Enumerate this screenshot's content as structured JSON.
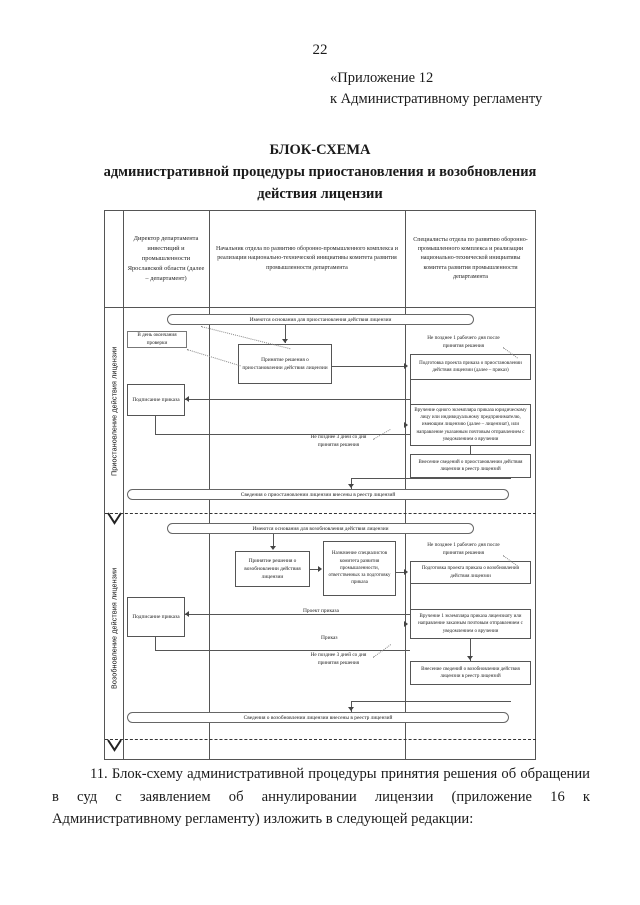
{
  "document": {
    "page_number": "22",
    "appendix_lines": [
      "«Приложение 12",
      "к Административному регламенту"
    ],
    "title_line1": "БЛОК-СХЕМА",
    "title_line2": "административной процедуры приостановления и возобновления",
    "title_line3": "действия лицензии",
    "footer_paragraph": "11. Блок-схему административной процедуры принятия решения об обращении в суд с заявлением об аннулировании лицензии (приложение 16 к Административному регламенту) изложить в следующей редакции:"
  },
  "diagram": {
    "columns": [
      {
        "id": "col-director",
        "header": "Директор департамента инвестиций и промышленности Ярославской области (далее – департамент)"
      },
      {
        "id": "col-head-of-division",
        "header": "Начальник отдела по развитию оборонно-промышленного комплекса и реализации национально-технической инициативы комитета развития промышленности департамента"
      },
      {
        "id": "col-specialists",
        "header": "Специалисты отдела по развитию оборонно-промышленного комплекса и реализации национально-технической инициативы комитета развития промышленности департамента"
      }
    ],
    "lane1": {
      "side_label": "Приостановление действия лицензии",
      "start_condition": "Имеются основания для приостановления действия лицензии",
      "note_deadline_inspection": "В день окончания проверки",
      "box_decision": "Принятие решения о приостановлении действия лицензии",
      "note_one_day": "Не позднее 1 рабочего дня после принятия решения",
      "box_draft_order": "Подготовка проекта приказа о приостановлении действия лицензии (далее – приказ)",
      "box_sign_order": "Подписание приказа",
      "note_three_days": "Не позднее 3 дней со дня принятия решения",
      "box_delivery": "Вручение одного экземпляра приказа юридическому лицу или индивидуальному предпринимателю, имеющим лицензию (далее – лицензиат), или направление указанным почтовым отправлением с уведомлением о вручении",
      "box_register": "Внесение сведений о приостановлении действия лицензии в реестр лицензий",
      "end_condition": "Сведения о приостановлении лицензии внесены в реестр лицензий"
    },
    "lane2": {
      "side_label": "Возобновление действия лицензии",
      "start_condition": "Имеются основания для возобновления действия лицензии",
      "box_decision": "Принятие решения о возобновлении действия лицензии",
      "box_assign": "Назначение специалистов комитета развития промышленности, ответственных за подготовку приказа",
      "note_one_day": "Не позднее 1 рабочего дня после принятия решения",
      "box_draft_order": "Подготовка проекта приказа о возобновлении действия лицензии",
      "box_sign_order": "Подписание приказа",
      "label_draft_order": "Проект приказа",
      "label_order": "Приказ",
      "note_three_days": "Не позднее 3 дней со дня принятия решения",
      "box_delivery": "Вручение 1 экземпляра приказа лицензиату или направление заказным почтовым отправлением с уведомлением о вручении",
      "box_register": "Внесение сведений о возобновлении действия лицензии в реестр лицензий",
      "end_condition": "Сведения о возобновлении лицензии внесены в реестр лицензий"
    }
  }
}
